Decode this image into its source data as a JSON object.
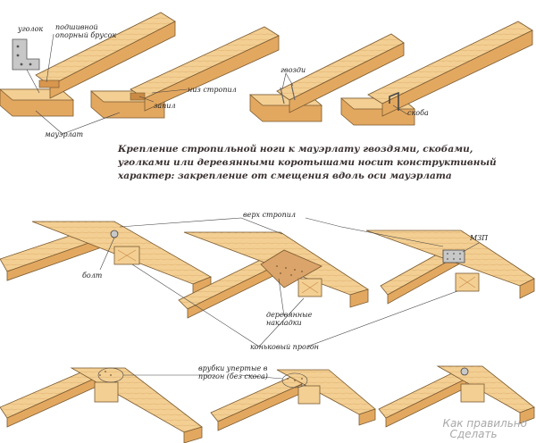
{
  "labels": {
    "ugolok": "уголок",
    "podshivnoy": "подшивной опорный брусок",
    "mauerlat": "мауэрлат",
    "zapil": "запил",
    "niz_stropil": "низ стропил",
    "gvozdi": "гвозди",
    "skoba": "скоба",
    "verkh_stropil": "верх стропил",
    "mzp": "МЗП",
    "bolt": "болт",
    "nakladki": "деревянные накладки",
    "progon": "коньковый прогон",
    "vrubki": "врубки упертые в прогон (без скоса)"
  },
  "caption": "Крепление стропильной ноги к мауэрлату гвоздями, скобами, уголками или деревянными коротышами носит конструктивный характер: закрепление от смещения вдоль оси мауэрлата",
  "watermark": {
    "line1": "Как правильно",
    "line2": "Сделать"
  },
  "colors": {
    "wood_top": "#f3cf93",
    "wood_side": "#e3a860",
    "wood_dark": "#c98a45",
    "outline": "#7a5a30",
    "metal": "#c8c8c8",
    "leader": "#444444"
  }
}
